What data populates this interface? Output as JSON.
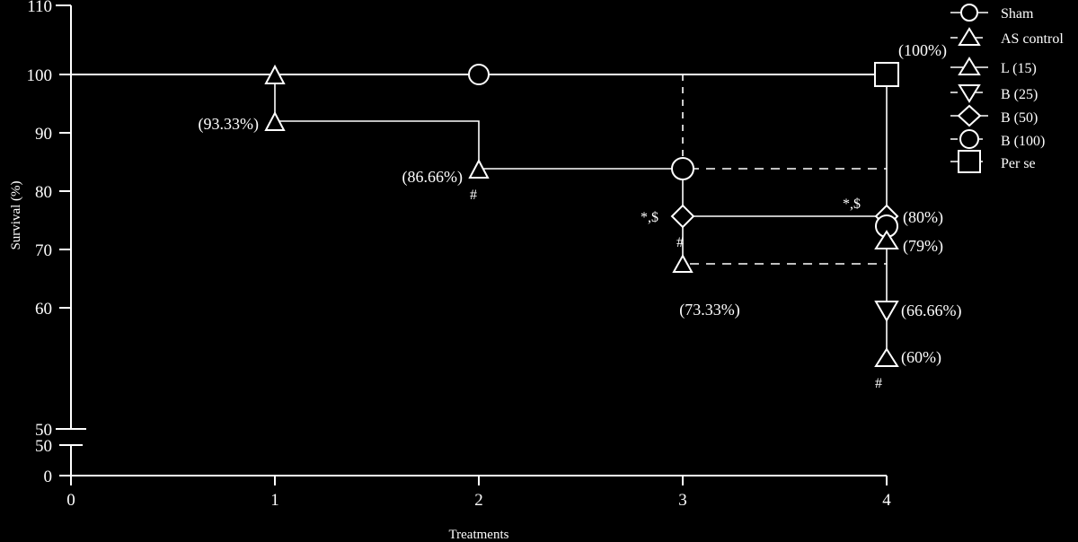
{
  "chart_data": {
    "type": "line",
    "title": "",
    "xlabel": "Treatments",
    "ylabel": "Survival (%)",
    "x": [
      0,
      1,
      2,
      3,
      4
    ],
    "xticklabels": [
      "0",
      "1",
      "2",
      "3",
      "4"
    ],
    "xlim": [
      0,
      4
    ],
    "ylim": [
      50,
      110
    ],
    "yticklabels": [
      "110",
      "100",
      "90",
      "80",
      "70",
      "60",
      "50"
    ],
    "yticks": [
      110,
      100,
      90,
      80,
      70,
      60,
      50
    ],
    "axis_break": {
      "present": true,
      "labels": [
        "50",
        "0"
      ]
    },
    "grid": false,
    "legend_position": "right",
    "series": [
      {
        "name": "Sham",
        "marker": "circle",
        "linestyle": "solid",
        "x": [
          0,
          1,
          2,
          3,
          4
        ],
        "values": [
          100,
          100,
          100,
          100,
          100
        ],
        "endpoint_label": ""
      },
      {
        "name": "AS control",
        "marker": "triangle-up",
        "linestyle": "dashed",
        "x": [
          3,
          4
        ],
        "values": [
          73.33,
          60
        ],
        "labels": {
          "3": "(73.33%)",
          "4": "(60%)"
        },
        "significance": {
          "4": "#"
        }
      },
      {
        "name": "L (15)",
        "marker": "triangle-up",
        "linestyle": "solid",
        "x": [
          1,
          2,
          3,
          4
        ],
        "values": [
          93.33,
          86.66,
          79,
          79
        ],
        "labels": {
          "1": "(93.33%)",
          "2": "(86.66%)",
          "4": "(79%)"
        },
        "significance": {
          "2": "#"
        }
      },
      {
        "name": "B (25)",
        "marker": "triangle-down",
        "linestyle": "dashed",
        "x": [
          4
        ],
        "values": [
          66.66
        ],
        "labels": {
          "4": "(66.66%)"
        }
      },
      {
        "name": "B (50)",
        "marker": "diamond",
        "linestyle": "solid",
        "x": [
          3,
          4
        ],
        "values": [
          80,
          80
        ],
        "labels": {
          "4": "(80%)"
        },
        "significance": {
          "3": "*,$  #",
          "4": "*,$"
        }
      },
      {
        "name": "B (100)",
        "marker": "circle",
        "linestyle": "dashed",
        "x": [
          3,
          4
        ],
        "values": [
          85.5,
          80
        ],
        "labels": {}
      },
      {
        "name": "Per se",
        "marker": "square",
        "linestyle": "dashed",
        "x": [
          4
        ],
        "values": [
          100
        ],
        "labels": {
          "4": "(100%)"
        }
      }
    ],
    "annotations": [
      {
        "text": "(93.33%)",
        "x": 1,
        "y": 93.33
      },
      {
        "text": "(86.66%)",
        "x": 2,
        "y": 86.66
      },
      {
        "text": "(73.33%)",
        "x": 3,
        "y": 73.33
      },
      {
        "text": "(100%)",
        "x": 4,
        "y": 100
      },
      {
        "text": "(80%)",
        "x": 4,
        "y": 80
      },
      {
        "text": "(79%)",
        "x": 4,
        "y": 79
      },
      {
        "text": "(66.66%)",
        "x": 4,
        "y": 66.66
      },
      {
        "text": "(60%)",
        "x": 4,
        "y": 60
      }
    ],
    "significance_marks": [
      {
        "text": "#",
        "x": 2,
        "y": 86.66
      },
      {
        "text": "*,$",
        "x": 3,
        "y": 80
      },
      {
        "text": "#",
        "x": 3,
        "y": 80
      },
      {
        "text": "*,$",
        "x": 4,
        "y": 80
      },
      {
        "text": "#",
        "x": 4,
        "y": 60
      }
    ]
  },
  "axes": {
    "y_title": "Survival (%)",
    "x_title": "Treatments",
    "y_ticks": {
      "t110": "110",
      "t100": "100",
      "t90": "90",
      "t80": "80",
      "t70": "70",
      "t60": "60",
      "t50": "50",
      "t50b": "50",
      "t0": "0"
    },
    "x_ticks": {
      "t0": "0",
      "t1": "1",
      "t2": "2",
      "t3": "3",
      "t4": "4"
    }
  },
  "labels": {
    "l_100pct": "(100%)",
    "l_9333": "(93.33%)",
    "l_8666": "(86.66%)",
    "l_7333": "(73.33%)",
    "l_80": "(80%)",
    "l_79": "(79%)",
    "l_6666": "(66.66%)",
    "l_60": "(60%)"
  },
  "marks": {
    "hash1": "#",
    "hash2": "#",
    "hash3": "#",
    "star_dollar_1": "*,$",
    "star_dollar_2": "*,$"
  },
  "legend": {
    "items": [
      {
        "label": "Sham",
        "marker": "circle",
        "linestyle": "solid"
      },
      {
        "label": "AS control",
        "marker": "triangle-up",
        "linestyle": "dashed"
      },
      {
        "label": "L (15)",
        "marker": "triangle-up",
        "linestyle": "solid"
      },
      {
        "label": "B (25)",
        "marker": "triangle-down",
        "linestyle": "dashed"
      },
      {
        "label": "B (50)",
        "marker": "diamond",
        "linestyle": "solid"
      },
      {
        "label": "B (100)",
        "marker": "circle",
        "linestyle": "dashed"
      },
      {
        "label": "Per se",
        "marker": "square",
        "linestyle": "dashed"
      }
    ]
  },
  "colors": {
    "background": "#000000",
    "foreground": "#ffffff"
  }
}
